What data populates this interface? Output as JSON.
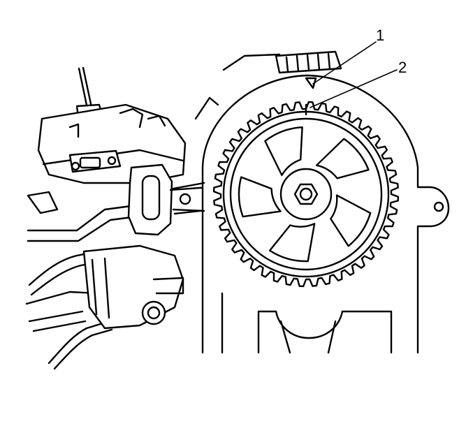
{
  "callouts": [
    {
      "id": "1",
      "label": "1"
    },
    {
      "id": "2",
      "label": "2"
    }
  ],
  "colors": {
    "line": "#000000",
    "background": "#ffffff"
  },
  "sprocket": {
    "tooth_count": 44
  }
}
